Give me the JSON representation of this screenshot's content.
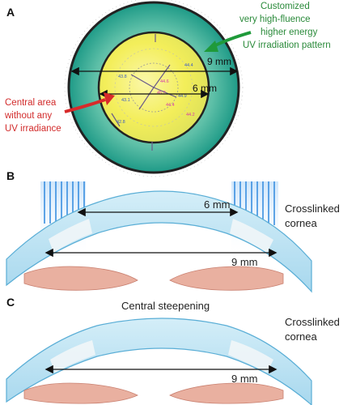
{
  "panels": {
    "a": {
      "label": "A",
      "callout_pattern": [
        "Customized",
        "very high-fluence",
        "higher energy",
        "UV irradiation pattern"
      ],
      "callout_central": [
        "Central area",
        "without any",
        "UV irradiance"
      ],
      "dim_outer": "9 mm",
      "dim_inner": "6 mm",
      "keratometry_values": [
        "44.4",
        "43.8",
        "44.6",
        "45.2",
        "44.9",
        "43.1",
        "44.4",
        "42.8",
        "44.2"
      ]
    },
    "b": {
      "label": "B",
      "dim_inner": "6 mm",
      "dim_outer": "9 mm",
      "side_label": [
        "Crosslinked",
        "cornea"
      ]
    },
    "c": {
      "label": "C",
      "top_label": "Central steepening",
      "dim_outer": "9 mm",
      "side_label": [
        "Crosslinked",
        "cornea"
      ]
    }
  },
  "colors": {
    "outer_ring": "#1e9a87",
    "inner_yellow": "#f3ee5a",
    "uv_blue": "#3a8fe0",
    "cornea_blue": "#a8d8ee",
    "iris_pink": "#e9b0a0",
    "arrow_green": "#1f9a3a",
    "arrow_red": "#d82a2a"
  }
}
